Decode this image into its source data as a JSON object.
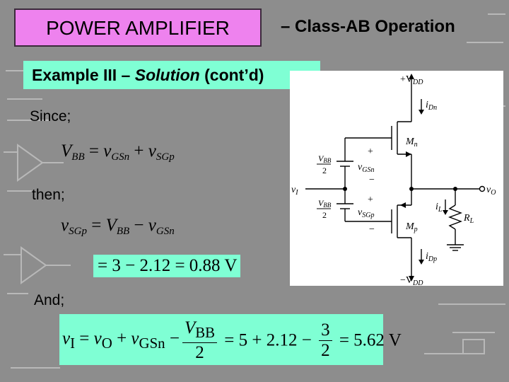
{
  "header": {
    "title": "POWER AMPLIFIER",
    "subtitle": "– Class-AB Operation"
  },
  "example": {
    "prefix": "Example III – ",
    "solution": "Solution",
    "suffix": " (cont’d)"
  },
  "steps": {
    "since": "Since;",
    "then": "then;",
    "and": "And;"
  },
  "equations": {
    "eq1": {
      "lhs": "V",
      "lhs_sub": "BB",
      "eq": " = ",
      "t1": "v",
      "t1_sub": "GSn",
      "op": " + ",
      "t2": "v",
      "t2_sub": "SGp"
    },
    "eq2": {
      "lhs": "v",
      "lhs_sub": "SGp",
      "eq": " = ",
      "t1": "V",
      "t1_sub": "BB",
      "op": " − ",
      "t2": "v",
      "t2_sub": "GSn"
    },
    "eq3": "= 3 − 2.12 = 0.88 V",
    "eq4": {
      "lhs": "v",
      "lhs_sub": "I",
      "eq": " = ",
      "t1": "v",
      "t1_sub": "O",
      "op1": " + ",
      "t2": "v",
      "t2_sub": "GSn",
      "op2": " − ",
      "frac1_num": "V",
      "frac1_num_sub": "BB",
      "frac1_den": "2",
      "mid": " = 5 + 2.12 − ",
      "frac2_num": "3",
      "frac2_den": "2",
      "result": " = 5.62 V"
    }
  },
  "circuit": {
    "vdd": "+V",
    "vdd_sub": "DD",
    "vss": "−V",
    "vss_sub": "DD",
    "idn": "i",
    "idn_sub": "Dn",
    "idp": "i",
    "idp_sub": "Dp",
    "mn": "M",
    "mn_sub": "n",
    "mp": "M",
    "mp_sub": "p",
    "vi": "v",
    "vi_sub": "I",
    "vo": "v",
    "vo_sub": "O",
    "il": "i",
    "il_sub": "L",
    "rl": "R",
    "rl_sub": "L",
    "vgsn": "v",
    "vgsn_sub": "GSn",
    "vsgp": "v",
    "vsgp_sub": "SGp",
    "vbb_top": "V",
    "vbb_top_sub": "BB",
    "vbb_top_den": "2",
    "vbb_bot": "V",
    "vbb_bot_sub": "BB",
    "vbb_bot_den": "2",
    "plus": "+",
    "minus": "−"
  },
  "colors": {
    "background": "#8d8d8d",
    "title_box": "#ee82ee",
    "highlight": "#7fffd4"
  }
}
